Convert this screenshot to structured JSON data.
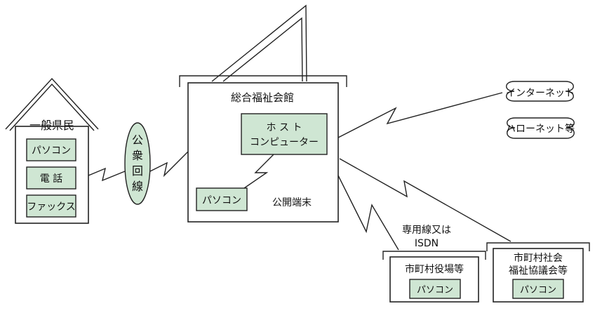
{
  "colors": {
    "accent_box": "#cfe6d3",
    "line": "#222222"
  },
  "house": {
    "title": "一般県民",
    "items": [
      "パソコン",
      "電 話",
      "ファックス"
    ]
  },
  "public_line": {
    "label_chars": [
      "公",
      "衆",
      "回",
      "線"
    ]
  },
  "center": {
    "title": "総合福祉会館",
    "host_line1": "ホ ス ト",
    "host_line2": "コンピューター",
    "pc": "パソコン",
    "terminal": "公開端末"
  },
  "clouds": {
    "internet": "インターネット",
    "hellonet": "ハローネット等"
  },
  "dedicated_line": {
    "line1": "専用線又は",
    "line2": "ISDN"
  },
  "municipal": {
    "title": "市町村役場等",
    "pc": "パソコン"
  },
  "social": {
    "title_line1": "市町村社会",
    "title_line2": "福祉協議会等",
    "pc": "パソコン"
  }
}
